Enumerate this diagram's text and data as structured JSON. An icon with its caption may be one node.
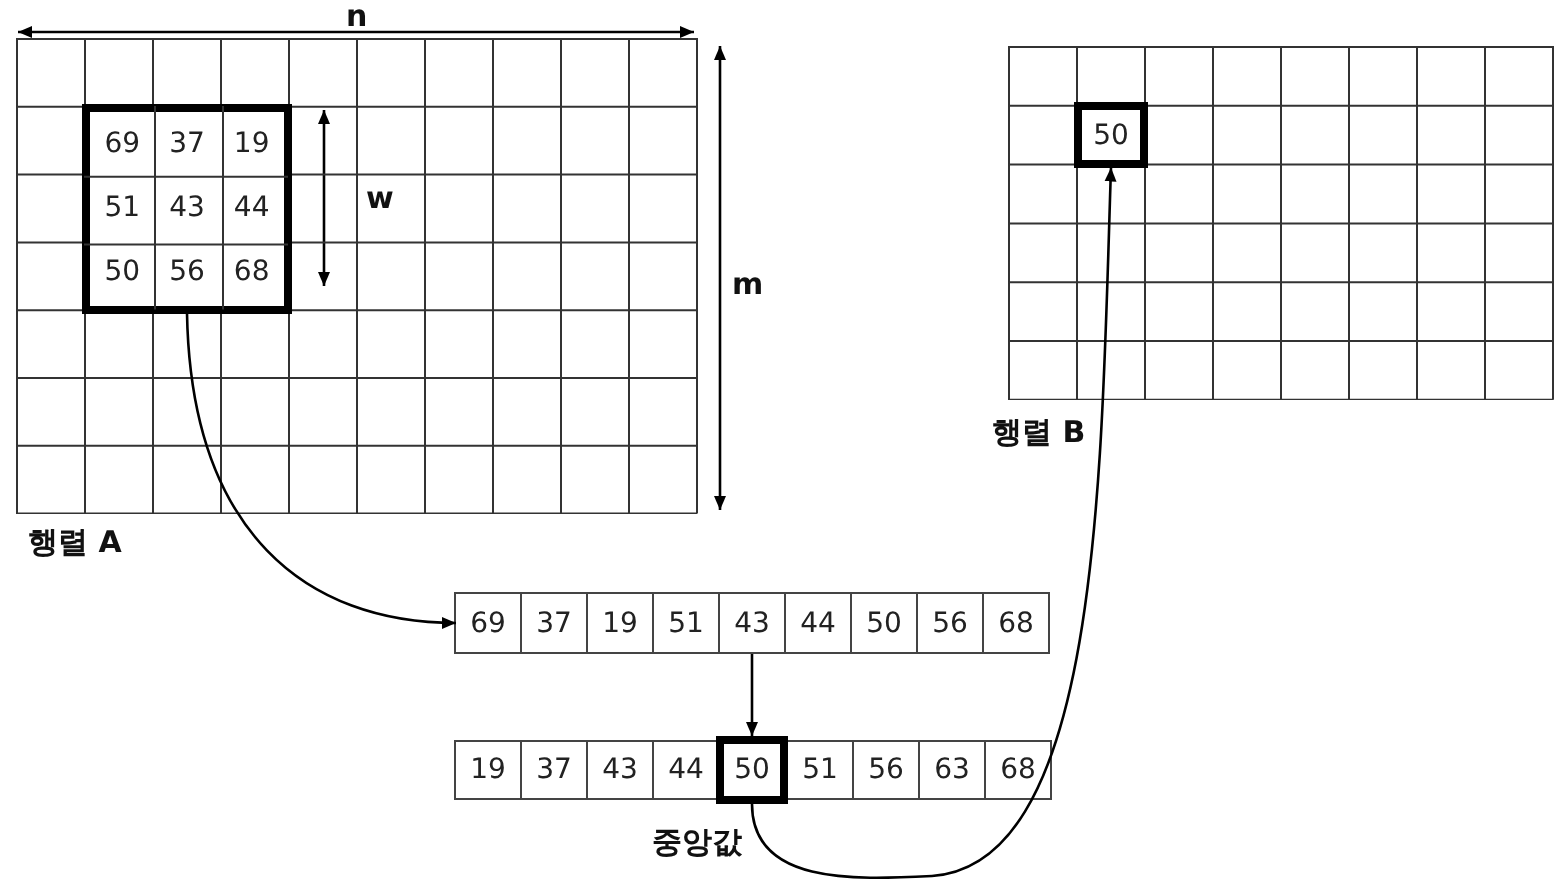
{
  "diagram": {
    "nodes": [
      {
        "text": [
          "행렬 A"
        ]
      },
      {
        "text": [
          "69",
          "37",
          "19",
          "51",
          "43",
          "44",
          "50",
          "56",
          "68"
        ],
        "in": 0
      },
      {
        "text": [
          "69",
          "37",
          "19",
          "51",
          "43",
          "44",
          "50",
          "56",
          "68"
        ]
      },
      {
        "text": [
          "19",
          "37",
          "43",
          "44",
          "51",
          "56",
          "63",
          "68"
        ]
      },
      {
        "text": [
          "50"
        ],
        "in": 3,
        "beside": [
          "중앙값"
        ]
      },
      {
        "text": [
          "행렬 B"
        ]
      },
      {
        "text": [
          "50"
        ],
        "in": 5
      }
    ],
    "edges": [
      {
        "from": 1,
        "to": 2,
        "arrow": "to"
      },
      {
        "from": 2,
        "to": 4,
        "arrow": "to"
      },
      {
        "from": 4,
        "to": 6,
        "arrow": "to"
      }
    ],
    "labels": [
      "n",
      "w",
      "m"
    ]
  }
}
